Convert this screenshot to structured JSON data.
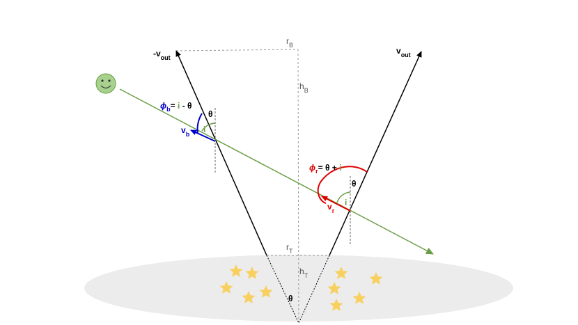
{
  "labels": {
    "minus_v_out": "-v",
    "minus_v_out_sub": "out",
    "v_out": "v",
    "v_out_sub": "out",
    "r_B": "r",
    "r_B_sub": "B",
    "h_B": "h",
    "h_B_sub": "B",
    "r_T": "r",
    "r_T_sub": "T",
    "h_T": "h",
    "h_T_sub": "T",
    "theta_bottom": "θ",
    "phi_b": {
      "phi": "ϕ",
      "sub": "b",
      "eq": "= ",
      "i": "i",
      "rest": " - θ"
    },
    "phi_r": {
      "phi": "ϕ",
      "sub": "r",
      "eq": "= θ + ",
      "i": "i"
    },
    "v_b": "v",
    "v_b_sub": "b",
    "v_r": "v",
    "v_r_sub": "r",
    "theta_left": "θ",
    "i_left": "i",
    "theta_right": "θ",
    "i_right": "i"
  },
  "colors": {
    "black": "#000000",
    "gray_dash": "#999999",
    "green": "#6a9e45",
    "blue": "#0000cc",
    "red": "#e00000",
    "star": "#f7d060",
    "ellipse": "#ececec",
    "smiley": "#a9d18e"
  },
  "icons": {
    "observer": "smiley-face-icon",
    "stars": "star-icon"
  }
}
